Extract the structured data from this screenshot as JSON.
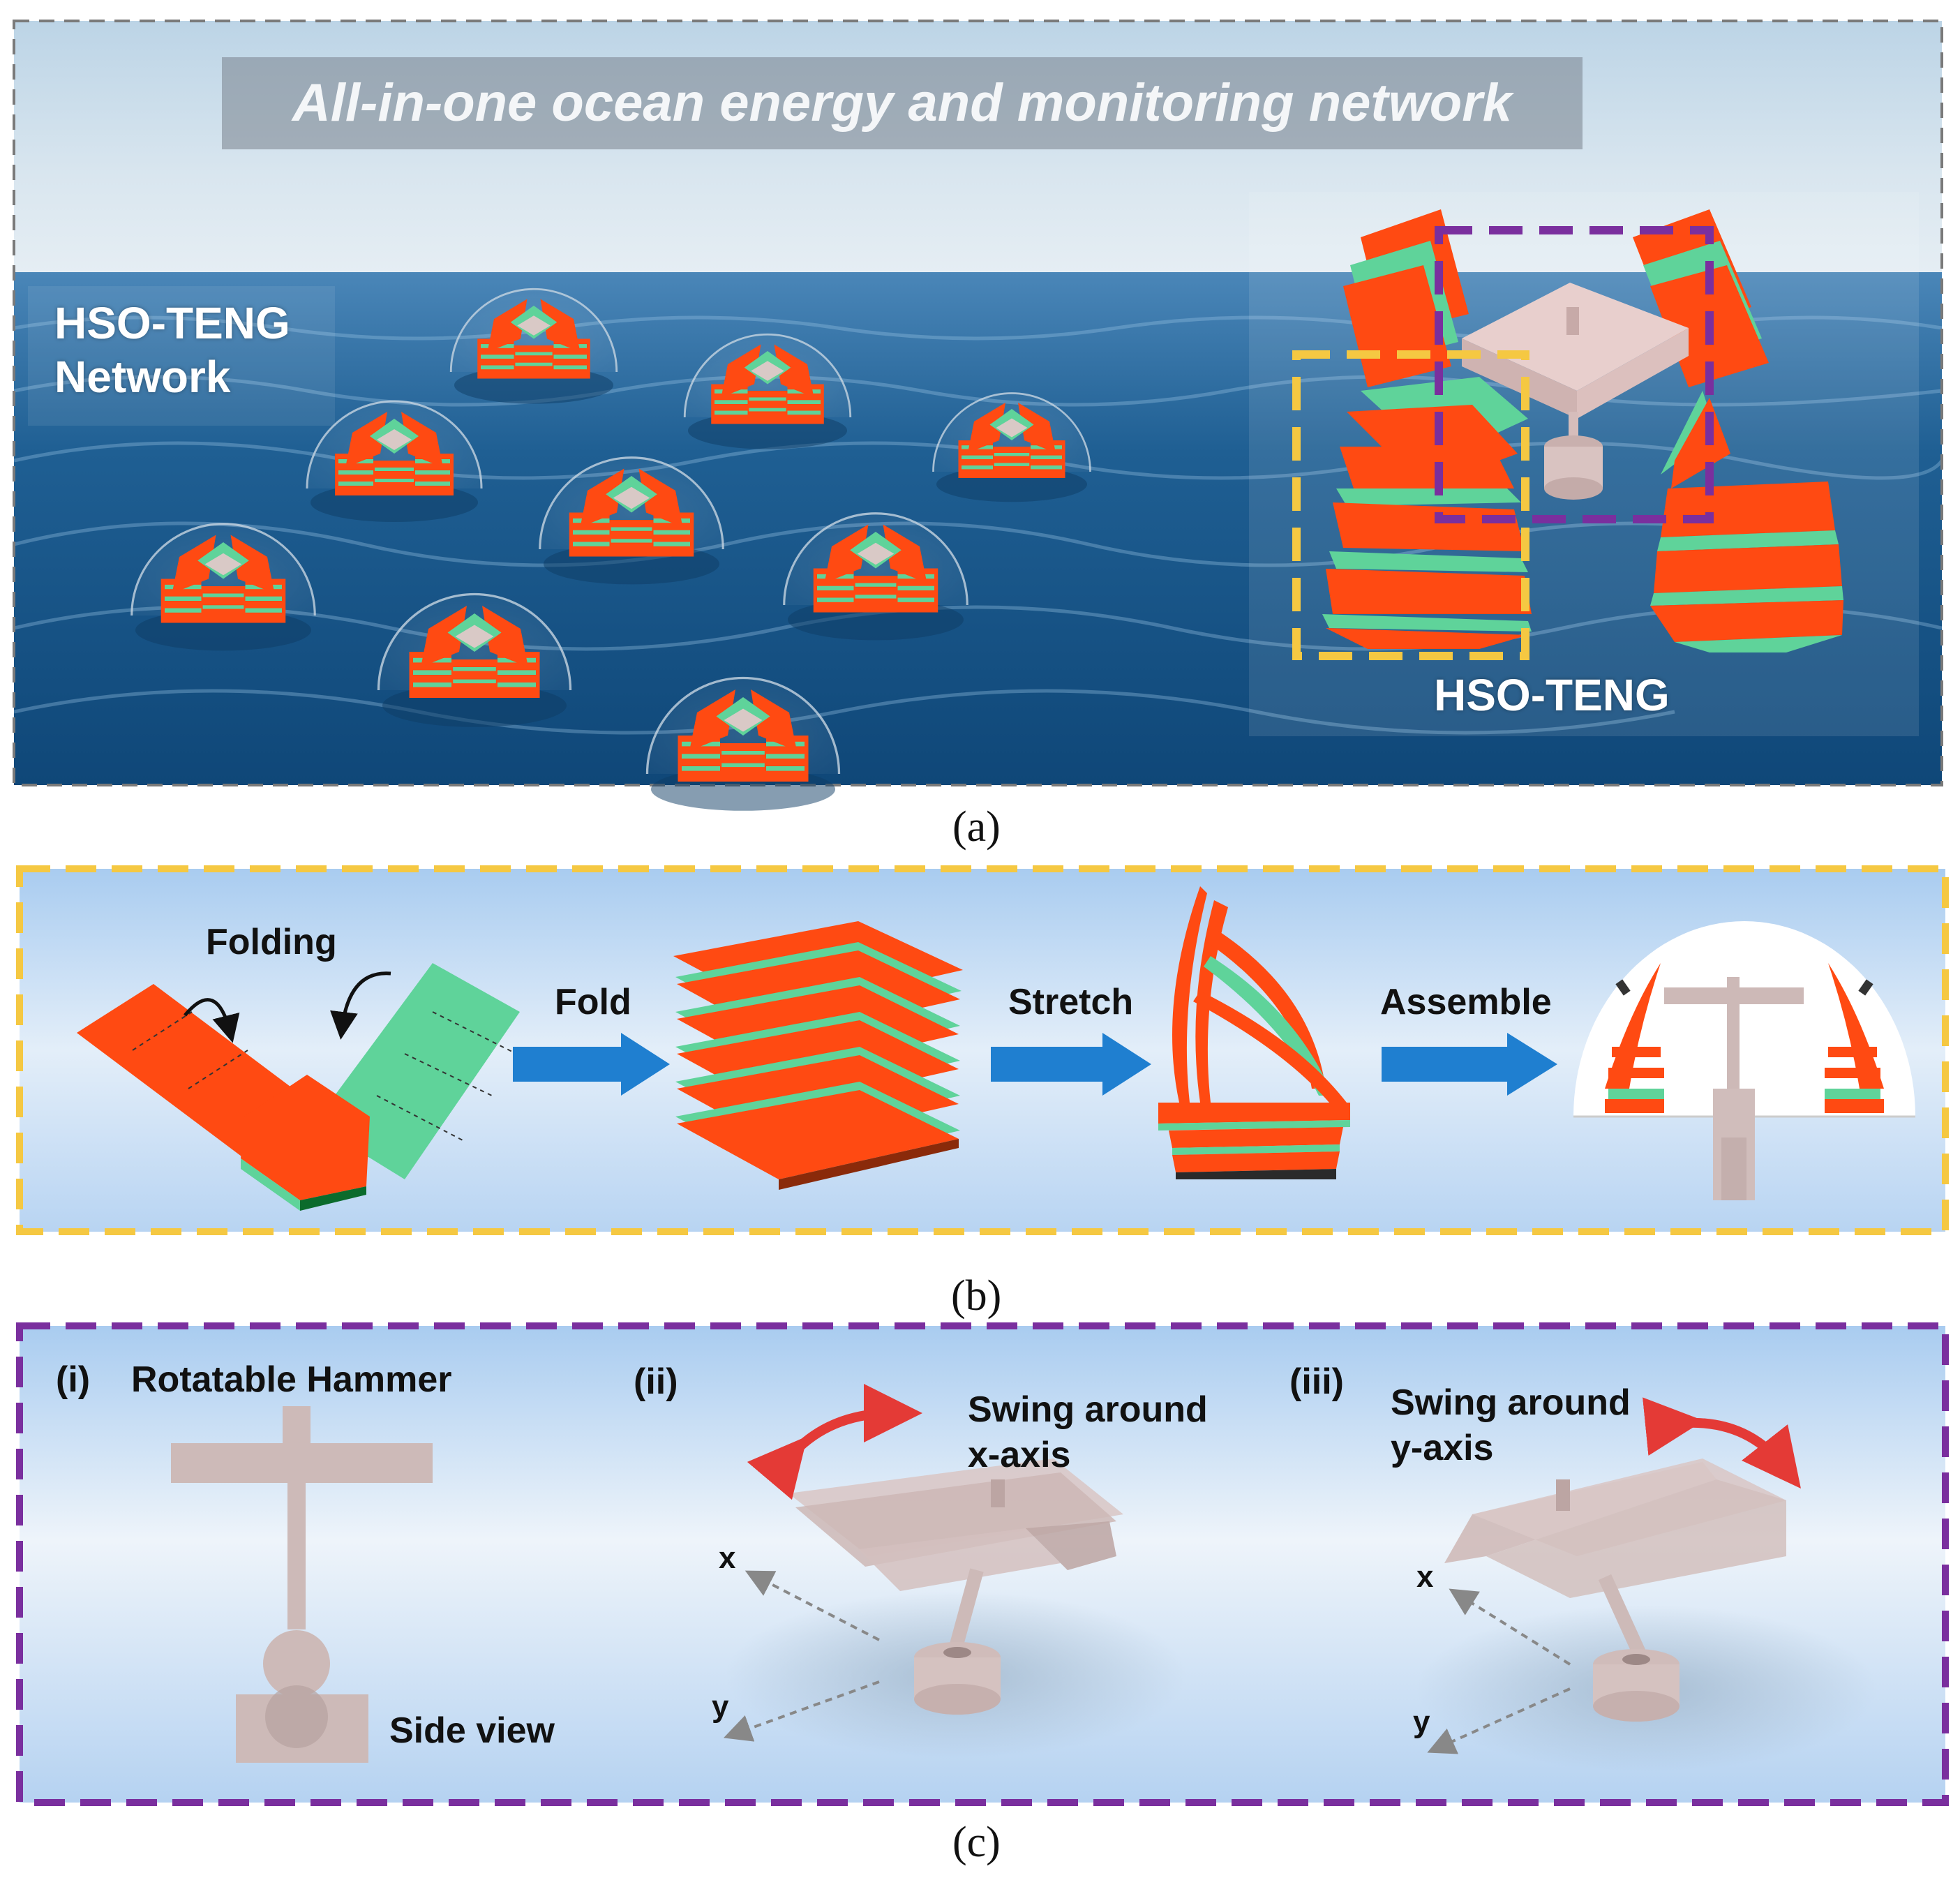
{
  "panel_a": {
    "title": "All-in-one ocean energy and monitoring network",
    "network_label_line1": "HSO-TENG",
    "network_label_line2": "Network",
    "device_label": "HSO-TENG",
    "caption": "(a)"
  },
  "panel_b": {
    "folding_label": "Folding",
    "fold_label": "Fold",
    "stretch_label": "Stretch",
    "assemble_label": "Assemble",
    "caption": "(b)"
  },
  "panel_c": {
    "sub_i_tag": "(i)",
    "sub_i_title": "Rotatable Hammer",
    "side_view_label": "Side view",
    "sub_ii_tag": "(ii)",
    "sub_ii_title_line1": "Swing around",
    "sub_ii_title_line2": "x-axis",
    "sub_iii_tag": "(iii)",
    "sub_iii_title_line1": "Swing around",
    "sub_iii_title_line2": "y-axis",
    "axis_x": "x",
    "axis_y": "y",
    "caption": "(c)"
  },
  "colors": {
    "orange": "#ff4a12",
    "green": "#5fd39a",
    "yellow_frame": "#f5c842",
    "purple_frame": "#7a2f9e",
    "arrow_blue": "#1f7fd0",
    "swing_red": "#e43a36"
  }
}
